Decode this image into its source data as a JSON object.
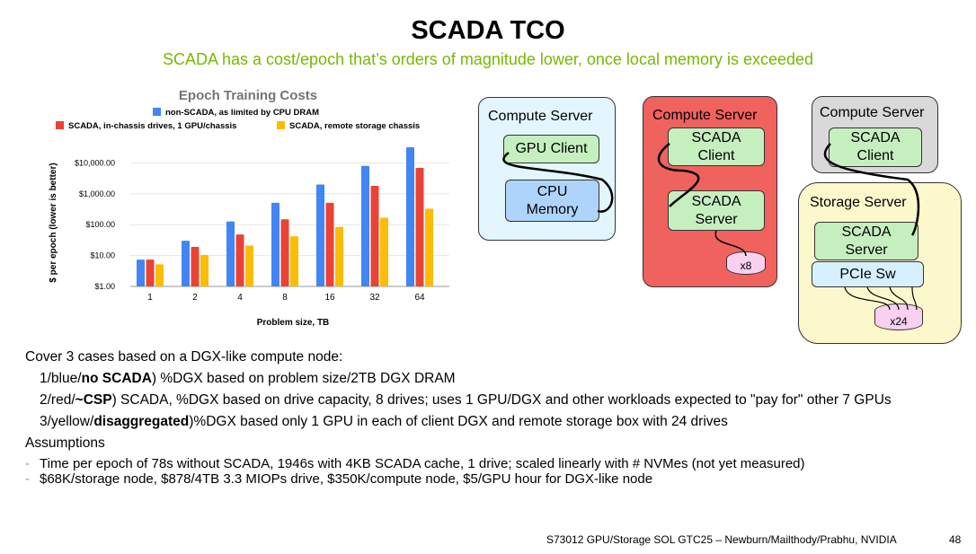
{
  "title": "SCADA TCO",
  "subtitle": "SCADA has a cost/epoch that’s orders of magnitude lower, once local memory is exceeded",
  "chart_data": {
    "type": "bar",
    "title": "Epoch Training Costs",
    "xlabel": "Problem size, TB",
    "ylabel": "$ per epoch (lower is better)",
    "yscale": "log",
    "ylim": [
      1,
      40000
    ],
    "yticks": [
      "$1.00",
      "$10.00",
      "$100.00",
      "$1,000.00",
      "$10,000.00"
    ],
    "ytick_values": [
      1,
      10,
      100,
      1000,
      10000
    ],
    "categories": [
      "1",
      "2",
      "4",
      "8",
      "16",
      "32",
      "64"
    ],
    "legend_position": "top",
    "series": [
      {
        "name": "non-SCADA, as limited by CPU DRAM",
        "color": "#4285f4",
        "values": [
          7.4,
          30,
          127,
          510,
          2000,
          8000,
          32000
        ]
      },
      {
        "name": "SCADA, in-chassis drives, 1 GPU/chassis",
        "color": "#ea4335",
        "values": [
          7.4,
          19,
          48,
          149,
          510,
          1800,
          6900
        ]
      },
      {
        "name": "SCADA, remote storage chassis",
        "color": "#fbbc04",
        "values": [
          5.2,
          10.5,
          21,
          42,
          84,
          167,
          330
        ]
      }
    ]
  },
  "diagram": {
    "server1": {
      "title": "Compute Server",
      "a": "GPU Client",
      "b": "CPU Memory"
    },
    "server2": {
      "title": "Compute Server",
      "a": "SCADA Client",
      "b": "SCADA Server",
      "drives": "x8"
    },
    "server3": {
      "title": "Compute Server",
      "a": "SCADA Client"
    },
    "storage": {
      "title": "Storage Server",
      "a": "SCADA Server",
      "b": "PCIe Sw",
      "drives": "x24"
    }
  },
  "text": {
    "intro": "Cover 3 cases based on a DGX-like compute node:",
    "c1a": "1/blue/",
    "c1b": "no SCADA",
    "c1c": ") %DGX based on problem size/2TB DGX DRAM",
    "c2a": "2/red/",
    "c2b": "~CSP",
    "c2c": ") SCADA, %DGX based on drive capacity, 8 drives; uses 1 GPU/DGX and other workloads expected to \"pay for\" other 7 GPUs",
    "c3a": "3/yellow/",
    "c3b": "disaggregated",
    "c3c": ")%DGX based only 1 GPU in each of client DGX and remote storage box with 24 drives",
    "assumptions": "Assumptions",
    "a1": "Time per epoch of 78s without SCADA, 1946s with 4KB SCADA cache, 1 drive; scaled linearly with # NVMes (not yet measured)",
    "a2": "$68K/storage node, $878/4TB 3.3 MIOPs drive, $350K/compute node, $5/GPU hour for DGX-like node"
  },
  "footer": "S73012 GPU/Storage SOL GTC25 – Newburn/Mailthody/Prabhu, NVIDIA",
  "page": "48"
}
